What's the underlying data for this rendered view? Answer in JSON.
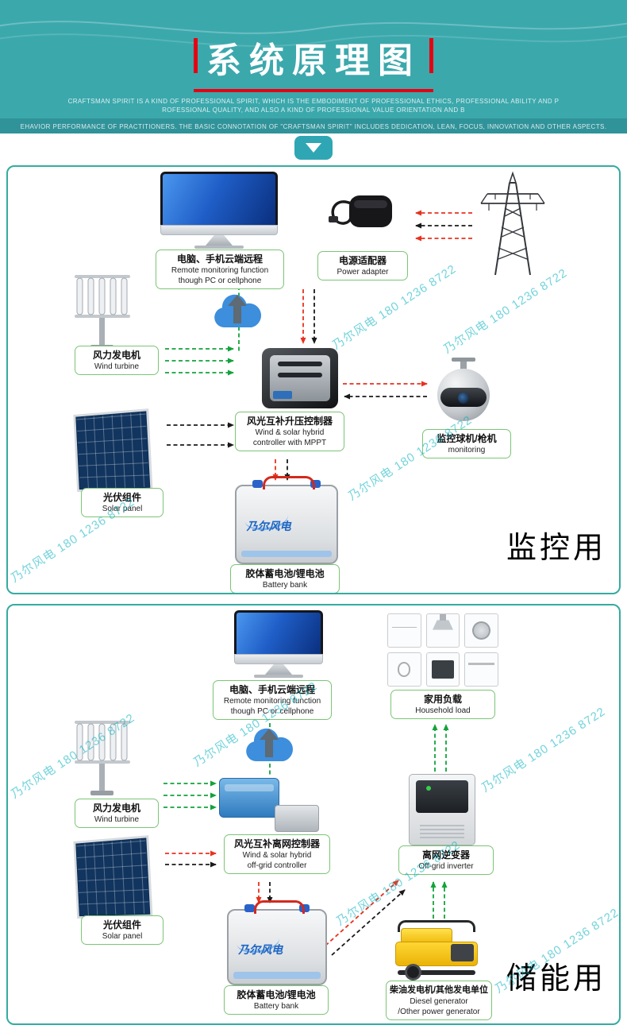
{
  "header": {
    "title": "系统原理图",
    "sub1": "CRAFTSMAN SPIRIT IS A KIND OF PROFESSIONAL SPIRIT, WHICH IS THE EMBODIMENT OF PROFESSIONAL ETHICS, PROFESSIONAL ABILITY AND P",
    "sub2": "ROFESSIONAL QUALITY, AND ALSO A KIND OF PROFESSIONAL VALUE ORIENTATION AND B",
    "sub3": "EHAVIOR PERFORMANCE OF PRACTITIONERS. THE BASIC CONNOTATION OF \"CRAFTSMAN SPIRIT\" INCLUDES DEDICATION, LEAN, FOCUS, INNOVATION AND OTHER ASPECTS."
  },
  "watermark": "乃尔风电 180 1236 8722",
  "battery_logo": "乃尔风电",
  "colors": {
    "teal_header": "#3BA8AC",
    "panel_border": "#35ABA1",
    "label_border": "#7CC576",
    "green_arrow": "#12A33B",
    "red_arrow": "#E8321E",
    "black_arrow": "#1A1A1A",
    "watermark": "#00B0BE",
    "accent_red": "#E60012"
  },
  "panels": [
    {
      "side_label": "监控用",
      "components": {
        "computer": {
          "zh": "电脑、手机云端远程",
          "en1": "Remote monitoring function",
          "en2": "though PC or cellphone"
        },
        "adapter": {
          "zh": "电源适配器",
          "en1": "Power adapter"
        },
        "wind": {
          "zh": "风力发电机",
          "en1": "Wind turbine"
        },
        "solar": {
          "zh": "光伏组件",
          "en1": "Solar panel"
        },
        "controller": {
          "zh": "风光互补升压控制器",
          "en1": "Wind & solar hybrid",
          "en2": "controller with MPPT"
        },
        "camera": {
          "zh": "监控球机/枪机",
          "en1": "monitoring"
        },
        "battery": {
          "zh": "胶体蓄电池/锂电池",
          "en1": "Battery bank"
        }
      }
    },
    {
      "side_label": "储能用",
      "components": {
        "computer": {
          "zh": "电脑、手机云端远程",
          "en1": "Remote monitoring function",
          "en2": "though PC or cellphone"
        },
        "household": {
          "zh": "家用负载",
          "en1": "Household load"
        },
        "wind": {
          "zh": "风力发电机",
          "en1": "Wind turbine"
        },
        "solar": {
          "zh": "光伏组件",
          "en1": "Solar panel"
        },
        "controller": {
          "zh": "风光互补离网控制器",
          "en1": "Wind & solar hybrid",
          "en2": "off-grid controller"
        },
        "inverter": {
          "zh": "离网逆变器",
          "en1": "Off-grid inverter"
        },
        "battery": {
          "zh": "胶体蓄电池/锂电池",
          "en1": "Battery bank"
        },
        "generator": {
          "zh": "柴油发电机/其他发电单位",
          "en1": "Diesel generator",
          "en2": "/Other power generator"
        }
      }
    }
  ]
}
